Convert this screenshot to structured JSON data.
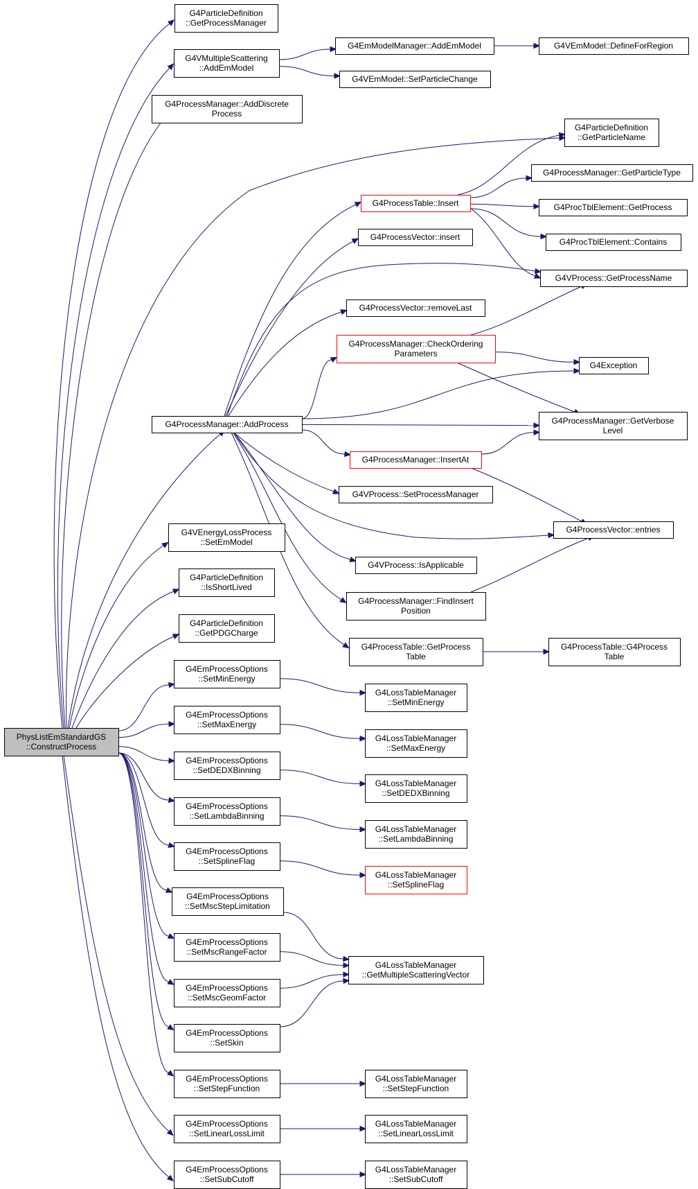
{
  "diagram": {
    "colors": {
      "edge": "#191970",
      "node_border": "#000000",
      "truncated_border": "#ff0000",
      "root_fill": "#bfbfbf",
      "node_fill": "#ffffff",
      "text": "#000000"
    },
    "nodes": [
      {
        "id": "root",
        "lines": [
          "PhysListEmStandardGS",
          "::ConstructProcess"
        ],
        "kind": "root"
      },
      {
        "id": "pd_getprocessmanager",
        "lines": [
          "G4ParticleDefinition",
          "::GetProcessManager"
        ]
      },
      {
        "id": "vms_addemmodel",
        "lines": [
          "G4VMultipleScattering",
          "::AddEmModel"
        ]
      },
      {
        "id": "emmm_addemmodel",
        "lines": [
          "G4EmModelManager::AddEmModel"
        ]
      },
      {
        "id": "vem_defineforregion",
        "lines": [
          "G4VEmModel::DefineForRegion"
        ]
      },
      {
        "id": "vem_setparticlechange",
        "lines": [
          "G4VEmModel::SetParticleChange"
        ]
      },
      {
        "id": "pm_adddiscrete",
        "lines": [
          "G4ProcessManager::AddDiscrete",
          "Process"
        ]
      },
      {
        "id": "pd_getparticlename",
        "lines": [
          "G4ParticleDefinition",
          "::GetParticleName"
        ]
      },
      {
        "id": "pm_getparticletype",
        "lines": [
          "G4ProcessManager::GetParticleType"
        ]
      },
      {
        "id": "pt_insert",
        "lines": [
          "G4ProcessTable::Insert"
        ],
        "kind": "truncated"
      },
      {
        "id": "pte_getprocess",
        "lines": [
          "G4ProcTblElement::GetProcess"
        ]
      },
      {
        "id": "pte_contains",
        "lines": [
          "G4ProcTblElement::Contains"
        ]
      },
      {
        "id": "pv_insert",
        "lines": [
          "G4ProcessVector::insert"
        ]
      },
      {
        "id": "vp_getprocessname",
        "lines": [
          "G4VProcess::GetProcessName"
        ]
      },
      {
        "id": "pv_removelast",
        "lines": [
          "G4ProcessVector::removeLast"
        ]
      },
      {
        "id": "pm_checkordering",
        "lines": [
          "G4ProcessManager::CheckOrdering",
          "Parameters"
        ],
        "kind": "truncated"
      },
      {
        "id": "g4exception",
        "lines": [
          "G4Exception"
        ]
      },
      {
        "id": "pm_addprocess",
        "lines": [
          "G4ProcessManager::AddProcess"
        ]
      },
      {
        "id": "pm_getverboselevel",
        "lines": [
          "G4ProcessManager::GetVerbose",
          "Level"
        ]
      },
      {
        "id": "pm_insertat",
        "lines": [
          "G4ProcessManager::InsertAt"
        ],
        "kind": "truncated"
      },
      {
        "id": "vp_setprocessmanager",
        "lines": [
          "G4VProcess::SetProcessManager"
        ]
      },
      {
        "id": "pv_entries",
        "lines": [
          "G4ProcessVector::entries"
        ]
      },
      {
        "id": "velp_setemmodel",
        "lines": [
          "G4VEnergyLossProcess",
          "::SetEmModel"
        ]
      },
      {
        "id": "vp_isapplicable",
        "lines": [
          "G4VProcess::IsApplicable"
        ]
      },
      {
        "id": "pd_isshortlived",
        "lines": [
          "G4ParticleDefinition",
          "::IsShortLived"
        ]
      },
      {
        "id": "pm_findinsertposition",
        "lines": [
          "G4ProcessManager::FindInsert",
          "Position"
        ]
      },
      {
        "id": "pd_getpdgcharge",
        "lines": [
          "G4ParticleDefinition",
          "::GetPDGCharge"
        ]
      },
      {
        "id": "pt_getprocesstable",
        "lines": [
          "G4ProcessTable::GetProcess",
          "Table"
        ]
      },
      {
        "id": "pt_g4processtable",
        "lines": [
          "G4ProcessTable::G4Process",
          "Table"
        ]
      },
      {
        "id": "epo_setminenergy",
        "lines": [
          "G4EmProcessOptions",
          "::SetMinEnergy"
        ]
      },
      {
        "id": "ltm_setminenergy",
        "lines": [
          "G4LossTableManager",
          "::SetMinEnergy"
        ]
      },
      {
        "id": "epo_setmaxenergy",
        "lines": [
          "G4EmProcessOptions",
          "::SetMaxEnergy"
        ]
      },
      {
        "id": "ltm_setmaxenergy",
        "lines": [
          "G4LossTableManager",
          "::SetMaxEnergy"
        ]
      },
      {
        "id": "epo_setdedxbinning",
        "lines": [
          "G4EmProcessOptions",
          "::SetDEDXBinning"
        ]
      },
      {
        "id": "ltm_setdedxbinning",
        "lines": [
          "G4LossTableManager",
          "::SetDEDXBinning"
        ]
      },
      {
        "id": "epo_setlambdabinning",
        "lines": [
          "G4EmProcessOptions",
          "::SetLambdaBinning"
        ]
      },
      {
        "id": "ltm_setlambdabinning",
        "lines": [
          "G4LossTableManager",
          "::SetLambdaBinning"
        ]
      },
      {
        "id": "epo_setsplineflag",
        "lines": [
          "G4EmProcessOptions",
          "::SetSplineFlag"
        ]
      },
      {
        "id": "ltm_setsplineflag",
        "lines": [
          "G4LossTableManager",
          "::SetSplineFlag"
        ],
        "kind": "truncated"
      },
      {
        "id": "epo_setmscsteplimitation",
        "lines": [
          "G4EmProcessOptions",
          "::SetMscStepLimitation"
        ]
      },
      {
        "id": "epo_setmscrangefactor",
        "lines": [
          "G4EmProcessOptions",
          "::SetMscRangeFactor"
        ]
      },
      {
        "id": "ltm_getmsvector",
        "lines": [
          "G4LossTableManager",
          "::GetMultipleScatteringVector"
        ]
      },
      {
        "id": "epo_setmscgeomfactor",
        "lines": [
          "G4EmProcessOptions",
          "::SetMscGeomFactor"
        ]
      },
      {
        "id": "epo_setskin",
        "lines": [
          "G4EmProcessOptions",
          "::SetSkin"
        ]
      },
      {
        "id": "epo_setstepfunction",
        "lines": [
          "G4EmProcessOptions",
          "::SetStepFunction"
        ]
      },
      {
        "id": "ltm_setstepfunction",
        "lines": [
          "G4LossTableManager",
          "::SetStepFunction"
        ]
      },
      {
        "id": "epo_setlinearlosslimit",
        "lines": [
          "G4EmProcessOptions",
          "::SetLinearLossLimit"
        ]
      },
      {
        "id": "ltm_setlinearlosslimit",
        "lines": [
          "G4LossTableManager",
          "::SetLinearLossLimit"
        ]
      },
      {
        "id": "epo_setsubcutoff",
        "lines": [
          "G4EmProcessOptions",
          "::SetSubCutoff"
        ]
      },
      {
        "id": "ltm_setsubcutoff",
        "lines": [
          "G4LossTableManager",
          "::SetSubCutoff"
        ]
      }
    ],
    "edges": [
      [
        "root",
        "pd_getprocessmanager"
      ],
      [
        "root",
        "vms_addemmodel"
      ],
      [
        "root",
        "pm_adddiscrete"
      ],
      [
        "root",
        "pd_getparticlename"
      ],
      [
        "root",
        "pm_addprocess"
      ],
      [
        "root",
        "velp_setemmodel"
      ],
      [
        "root",
        "pd_isshortlived"
      ],
      [
        "root",
        "pd_getpdgcharge"
      ],
      [
        "root",
        "epo_setminenergy"
      ],
      [
        "root",
        "epo_setmaxenergy"
      ],
      [
        "root",
        "epo_setdedxbinning"
      ],
      [
        "root",
        "epo_setlambdabinning"
      ],
      [
        "root",
        "epo_setsplineflag"
      ],
      [
        "root",
        "epo_setmscsteplimitation"
      ],
      [
        "root",
        "epo_setmscrangefactor"
      ],
      [
        "root",
        "epo_setmscgeomfactor"
      ],
      [
        "root",
        "epo_setskin"
      ],
      [
        "root",
        "epo_setstepfunction"
      ],
      [
        "root",
        "epo_setlinearlosslimit"
      ],
      [
        "root",
        "epo_setsubcutoff"
      ],
      [
        "vms_addemmodel",
        "emmm_addemmodel"
      ],
      [
        "vms_addemmodel",
        "vem_setparticlechange"
      ],
      [
        "emmm_addemmodel",
        "vem_defineforregion"
      ],
      [
        "pt_insert",
        "pd_getparticlename"
      ],
      [
        "pt_insert",
        "pm_getparticletype"
      ],
      [
        "pt_insert",
        "pte_getprocess"
      ],
      [
        "pt_insert",
        "pte_contains"
      ],
      [
        "pt_insert",
        "vp_getprocessname"
      ],
      [
        "pm_addprocess",
        "pt_insert"
      ],
      [
        "pm_addprocess",
        "pv_insert"
      ],
      [
        "pm_addprocess",
        "vp_getprocessname"
      ],
      [
        "pm_addprocess",
        "pv_removelast"
      ],
      [
        "pm_addprocess",
        "pm_checkordering"
      ],
      [
        "pm_addprocess",
        "g4exception"
      ],
      [
        "pm_addprocess",
        "pm_getverboselevel"
      ],
      [
        "pm_addprocess",
        "pm_insertat"
      ],
      [
        "pm_addprocess",
        "vp_setprocessmanager"
      ],
      [
        "pm_addprocess",
        "pv_entries"
      ],
      [
        "pm_addprocess",
        "vp_isapplicable"
      ],
      [
        "pm_addprocess",
        "pm_findinsertposition"
      ],
      [
        "pm_addprocess",
        "pt_getprocesstable"
      ],
      [
        "pm_checkordering",
        "vp_getprocessname"
      ],
      [
        "pm_checkordering",
        "g4exception"
      ],
      [
        "pm_checkordering",
        "pm_getverboselevel"
      ],
      [
        "pm_insertat",
        "pm_getverboselevel"
      ],
      [
        "pm_insertat",
        "pv_entries"
      ],
      [
        "pm_findinsertposition",
        "pv_entries"
      ],
      [
        "pt_getprocesstable",
        "pt_g4processtable"
      ],
      [
        "epo_setminenergy",
        "ltm_setminenergy"
      ],
      [
        "epo_setmaxenergy",
        "ltm_setmaxenergy"
      ],
      [
        "epo_setdedxbinning",
        "ltm_setdedxbinning"
      ],
      [
        "epo_setlambdabinning",
        "ltm_setlambdabinning"
      ],
      [
        "epo_setsplineflag",
        "ltm_setsplineflag"
      ],
      [
        "epo_setmscsteplimitation",
        "ltm_getmsvector"
      ],
      [
        "epo_setmscrangefactor",
        "ltm_getmsvector"
      ],
      [
        "epo_setmscgeomfactor",
        "ltm_getmsvector"
      ],
      [
        "epo_setskin",
        "ltm_getmsvector"
      ],
      [
        "epo_setstepfunction",
        "ltm_setstepfunction"
      ],
      [
        "epo_setlinearlosslimit",
        "ltm_setlinearlosslimit"
      ],
      [
        "epo_setsubcutoff",
        "ltm_setsubcutoff"
      ]
    ]
  }
}
